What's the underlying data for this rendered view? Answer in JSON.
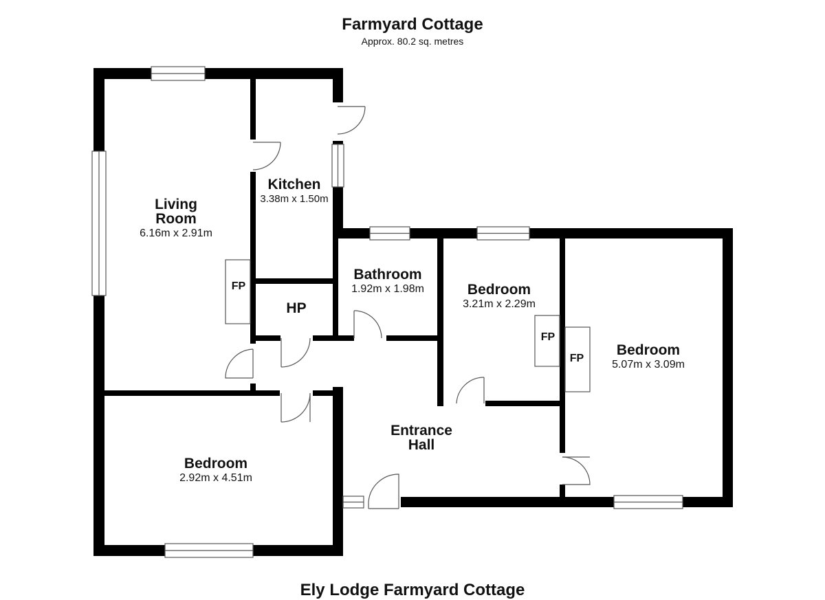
{
  "header": {
    "title": "Farmyard Cottage",
    "area": "Approx. 80.2 sq. metres"
  },
  "footer": {
    "caption": "Ely Lodge Farmyard Cottage"
  },
  "rooms": {
    "living": {
      "name_line1": "Living",
      "name_line2": "Room",
      "dims": "6.16m x 2.91m"
    },
    "kitchen": {
      "name": "Kitchen",
      "dims": "3.38m x 1.50m"
    },
    "bathroom": {
      "name": "Bathroom",
      "dims": "1.92m x 1.98m"
    },
    "bedroom_mid": {
      "name": "Bedroom",
      "dims": "3.21m x 2.29m"
    },
    "bedroom_right": {
      "name": "Bedroom",
      "dims": "5.07m x 3.09m"
    },
    "bedroom_left": {
      "name": "Bedroom",
      "dims": "2.92m x 4.51m"
    },
    "hall": {
      "name_line1": "Entrance",
      "name_line2": "Hall"
    }
  },
  "labels": {
    "fireplace": "FP",
    "heating_plant": "HP"
  },
  "colors": {
    "wall": "#000000",
    "background": "#ffffff",
    "fixture_outline": "#555555"
  }
}
